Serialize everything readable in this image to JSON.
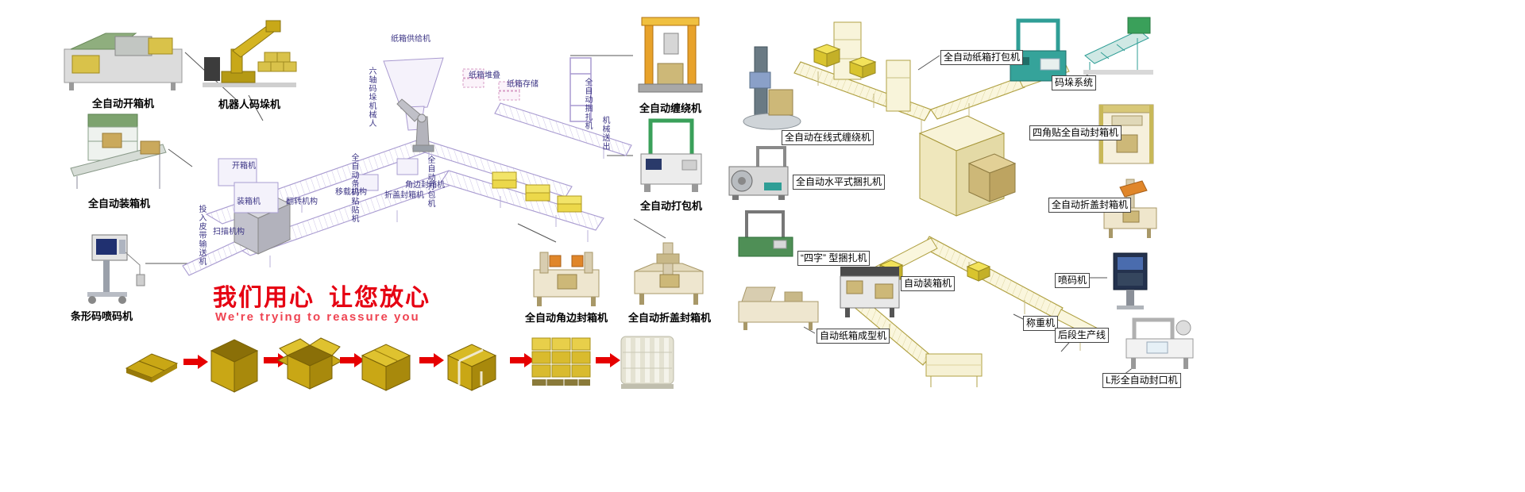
{
  "slogan": {
    "cn1": "我们用心",
    "cn2": "让您放心",
    "en": "We're trying to reassure you"
  },
  "labels": {
    "left": [
      "全自动开箱机",
      "机器人码垛机",
      "全自动装箱机",
      "条形码喷码机"
    ],
    "mid": [
      "全自动缠绕机",
      "全自动打包机",
      "全自动角边封箱机",
      "全自动折盖封箱机"
    ],
    "right": [
      "全自动在线式缠绕机",
      "全自动水平式捆扎机",
      "“四字” 型捆扎机",
      "自动装箱机",
      "自动纸箱成型机",
      "全自动纸箱打包机",
      "码垛系统",
      "四角贴全自动封箱机",
      "全自动折盖封箱机",
      "喷码机",
      "称重机",
      "后段生产线",
      "L形全自动封口机"
    ],
    "diagram": [
      "纸箱供给机",
      "六轴码垛机械人",
      "纸箱堆叠",
      "纸箱存储",
      "开箱机",
      "装箱机",
      "投入皮带输送机",
      "扫描机构",
      "翻转机构",
      "移载机构",
      "全自动条码粘贴机",
      "折盖封箱机",
      "角边封箱机",
      "全自动打包机",
      "全自动捆扎机",
      "机械送出"
    ]
  },
  "process": {
    "steps": [
      "flat-carton-blank",
      "erected-open-carton",
      "carton-flaps-open",
      "closed-carton",
      "strapped-carton",
      "palletized-cartons",
      "wrapped-pallet"
    ],
    "arrow_icon": "red-right-arrow"
  },
  "colors": {
    "accent_red": "#e60012",
    "arrow_red": "#e60000",
    "carton_yellow": "#c9a715",
    "diagram_purple": "#ab9ed2",
    "diagram_pink": "#d79cc6",
    "pale_yellow": "#f4eecd",
    "khaki": "#b1a245",
    "teal": "#2f9e96"
  }
}
